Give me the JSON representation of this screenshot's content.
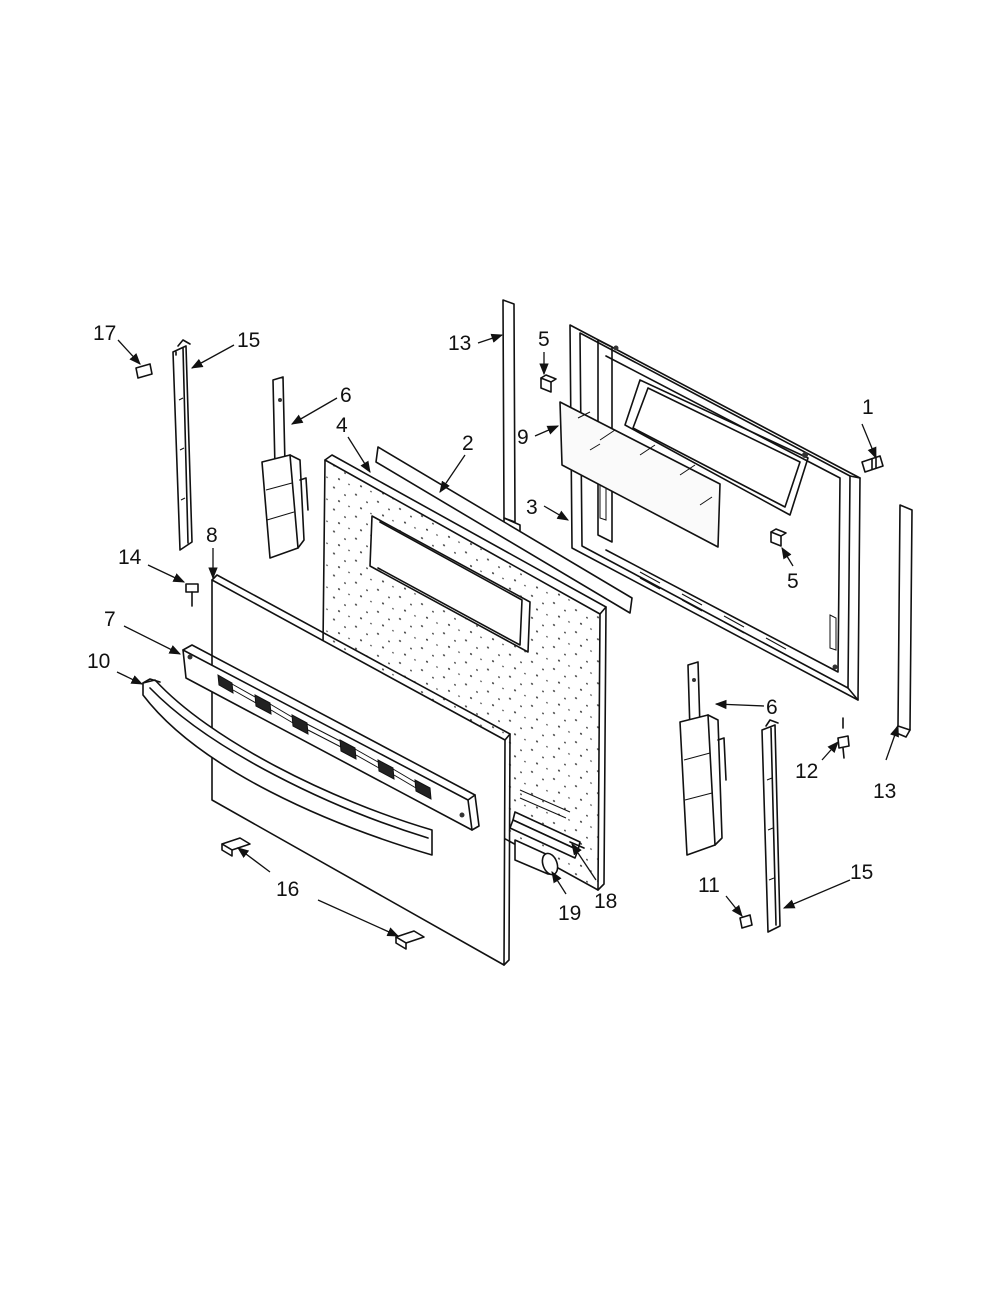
{
  "callouts": {
    "c1": "1",
    "c2": "2",
    "c3": "3",
    "c4": "4",
    "c5a": "5",
    "c5b": "5",
    "c6a": "6",
    "c6b": "6",
    "c7": "7",
    "c8": "8",
    "c9": "9",
    "c10": "10",
    "c11": "11",
    "c12": "12",
    "c13a": "13",
    "c13b": "13",
    "c14": "14",
    "c15a": "15",
    "c15b": "15",
    "c16": "16",
    "c17": "17",
    "c18": "18",
    "c19": "19"
  }
}
